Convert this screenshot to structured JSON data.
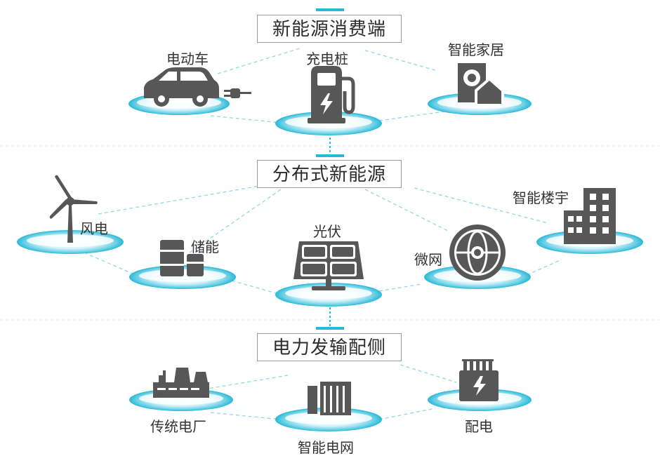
{
  "sections": [
    {
      "title": "新能源消费端",
      "nodes": [
        "电动车",
        "充电桩",
        "智能家居"
      ]
    },
    {
      "title": "分布式新能源",
      "nodes": [
        "风电",
        "储能",
        "光伏",
        "微网",
        "智能楼宇"
      ]
    },
    {
      "title": "电力发输配侧",
      "nodes": [
        "传统电厂",
        "智能电网",
        "配电"
      ]
    }
  ],
  "colors": {
    "accent": "#28b9d6",
    "icon": "#575757",
    "disc_light": "#d6f4fa",
    "border": "#9a9a9a"
  },
  "icons": [
    "car-icon",
    "plug-icon",
    "charging-pile-icon",
    "smart-home-icon",
    "wind-turbine-icon",
    "battery-barrel-icon",
    "solar-panel-icon",
    "globe-network-icon",
    "building-icon",
    "power-plant-icon",
    "grid-panel-icon",
    "transformer-icon"
  ]
}
